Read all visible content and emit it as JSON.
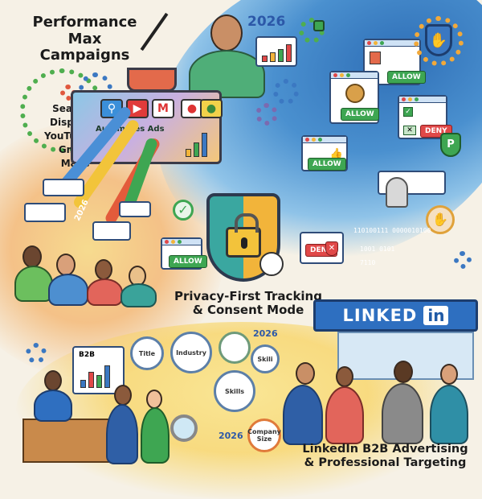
{
  "sections": {
    "performance_max": {
      "title_line1": "Performance Max",
      "title_line2": "Campaigns",
      "channels": [
        "Search",
        "Display",
        "YouTube",
        "Gmail",
        "Maps"
      ],
      "machine_label": "Automates Ads",
      "year": "2026",
      "ribbon_year": "2026"
    },
    "privacy": {
      "title_line1": "Privacy-First Tracking",
      "title_line2": "& Consent Mode",
      "buttons": {
        "allow_1": "ALLOW",
        "allow_2": "ALLOW",
        "allow_3": "ALLOW",
        "allow_4": "ALLOW",
        "deny_1": "DENY",
        "deny_2": "DENY"
      },
      "binary_1": "110100111 0000010100",
      "binary_2": "1001 0101",
      "binary_3": "7110",
      "p_badge": "P"
    },
    "linkedin": {
      "banner_word": "LINKED",
      "banner_in": "in",
      "title_line1": "LinkedIn B2B Advertising",
      "title_line2": "& Professional Targeting",
      "b2b_board": "B2B",
      "targeting": [
        "Title",
        "Industry",
        "Skili",
        "Skills",
        "Company Size"
      ],
      "year_1": "2026",
      "year_2": "2026"
    }
  },
  "colors": {
    "background": "#f6f1e6",
    "blue_swirl": "#2f6fb7",
    "allow_green": "#3ea652",
    "deny_red": "#e04848",
    "linkedin_blue": "#2e6fc0",
    "year_blue": "#2c58a8"
  }
}
